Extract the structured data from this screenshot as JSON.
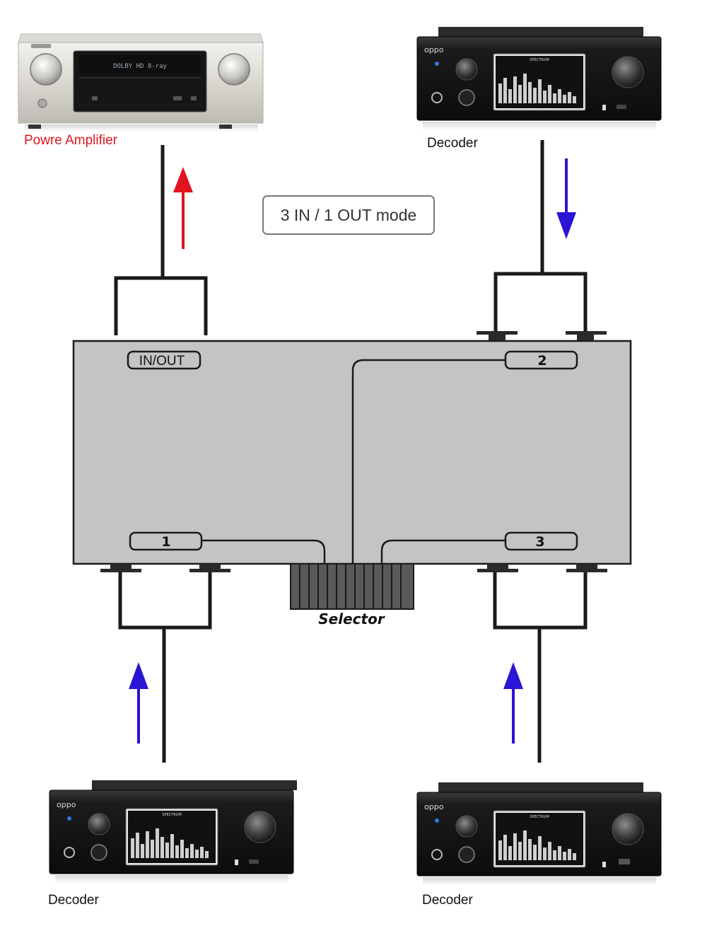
{
  "mode_title": "3 IN / 1 OUT mode",
  "devices": {
    "amplifier": {
      "label": "Powre Amplifier",
      "color": "#e0141e",
      "display_text": "DOLBY HD 8-ray"
    },
    "decoder_top_right": {
      "label": "Decoder",
      "display_text": "SPECTRUM"
    },
    "decoder_bottom_left": {
      "label": "Decoder",
      "display_text": "SPECTRUM"
    },
    "decoder_bottom_right": {
      "label": "Decoder",
      "display_text": "SPECTRUM"
    },
    "brand": "oppo"
  },
  "switch_box": {
    "ports": {
      "inout": "IN/OUT",
      "p1": "1",
      "p2": "2",
      "p3": "3"
    },
    "selector_label": "Selector"
  },
  "colors": {
    "output_arrow": "#e0141e",
    "input_arrow": "#2a14d6",
    "box_fill": "#c4c4c4",
    "cable": "#1a1a1a"
  }
}
